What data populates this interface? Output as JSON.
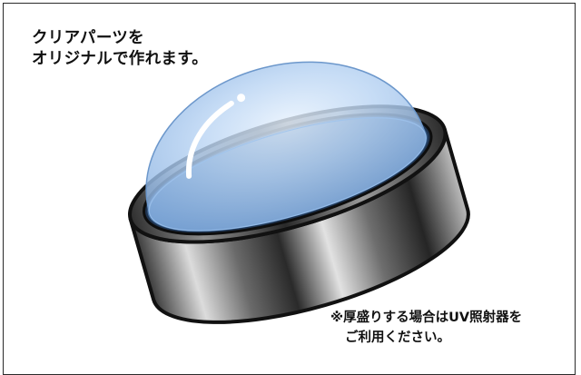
{
  "headline": {
    "line1": "クリアパーツを",
    "line2": "オリジナルで作れます。"
  },
  "note": {
    "line1": "※厚盛りする場合はUV照射器を",
    "line2": "ご利用ください。"
  },
  "colors": {
    "frame": "#2a2a2a",
    "cylinder_outline": "#111111",
    "metal_light": "#e0e0e0",
    "metal_dark": "#2a2a2a",
    "resin_blue": "#8fb7e6",
    "resin_edge": "#2f4f73"
  }
}
